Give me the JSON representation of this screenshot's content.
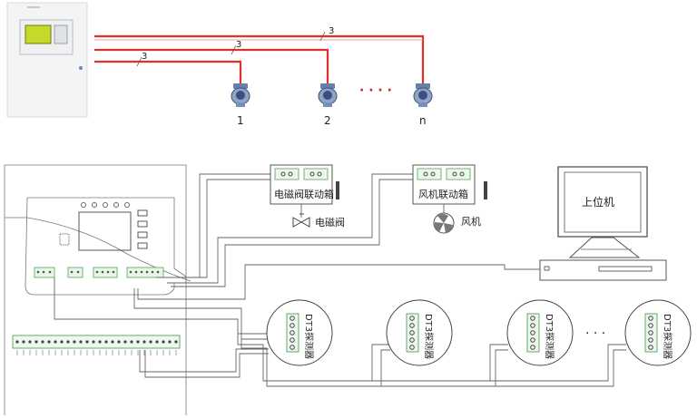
{
  "top": {
    "cable_marks": [
      "3",
      "3",
      "3"
    ],
    "sensor_labels": [
      "1",
      "2",
      "n"
    ],
    "ellipsis": "· · · ·"
  },
  "bottom": {
    "solenoid_box_title": "电磁阀联动箱",
    "fan_box_title": "风机联动箱",
    "solenoid_valve_label": "电磁阀",
    "fan_label": "风机",
    "host_pc_label": "上位机",
    "detector_label": "DT3探测器",
    "detector_ellipsis": "· · ·",
    "colors": {
      "cable_red": "#e03228",
      "line_gray": "#666666",
      "green_terminal": "#3c9a3c"
    }
  }
}
